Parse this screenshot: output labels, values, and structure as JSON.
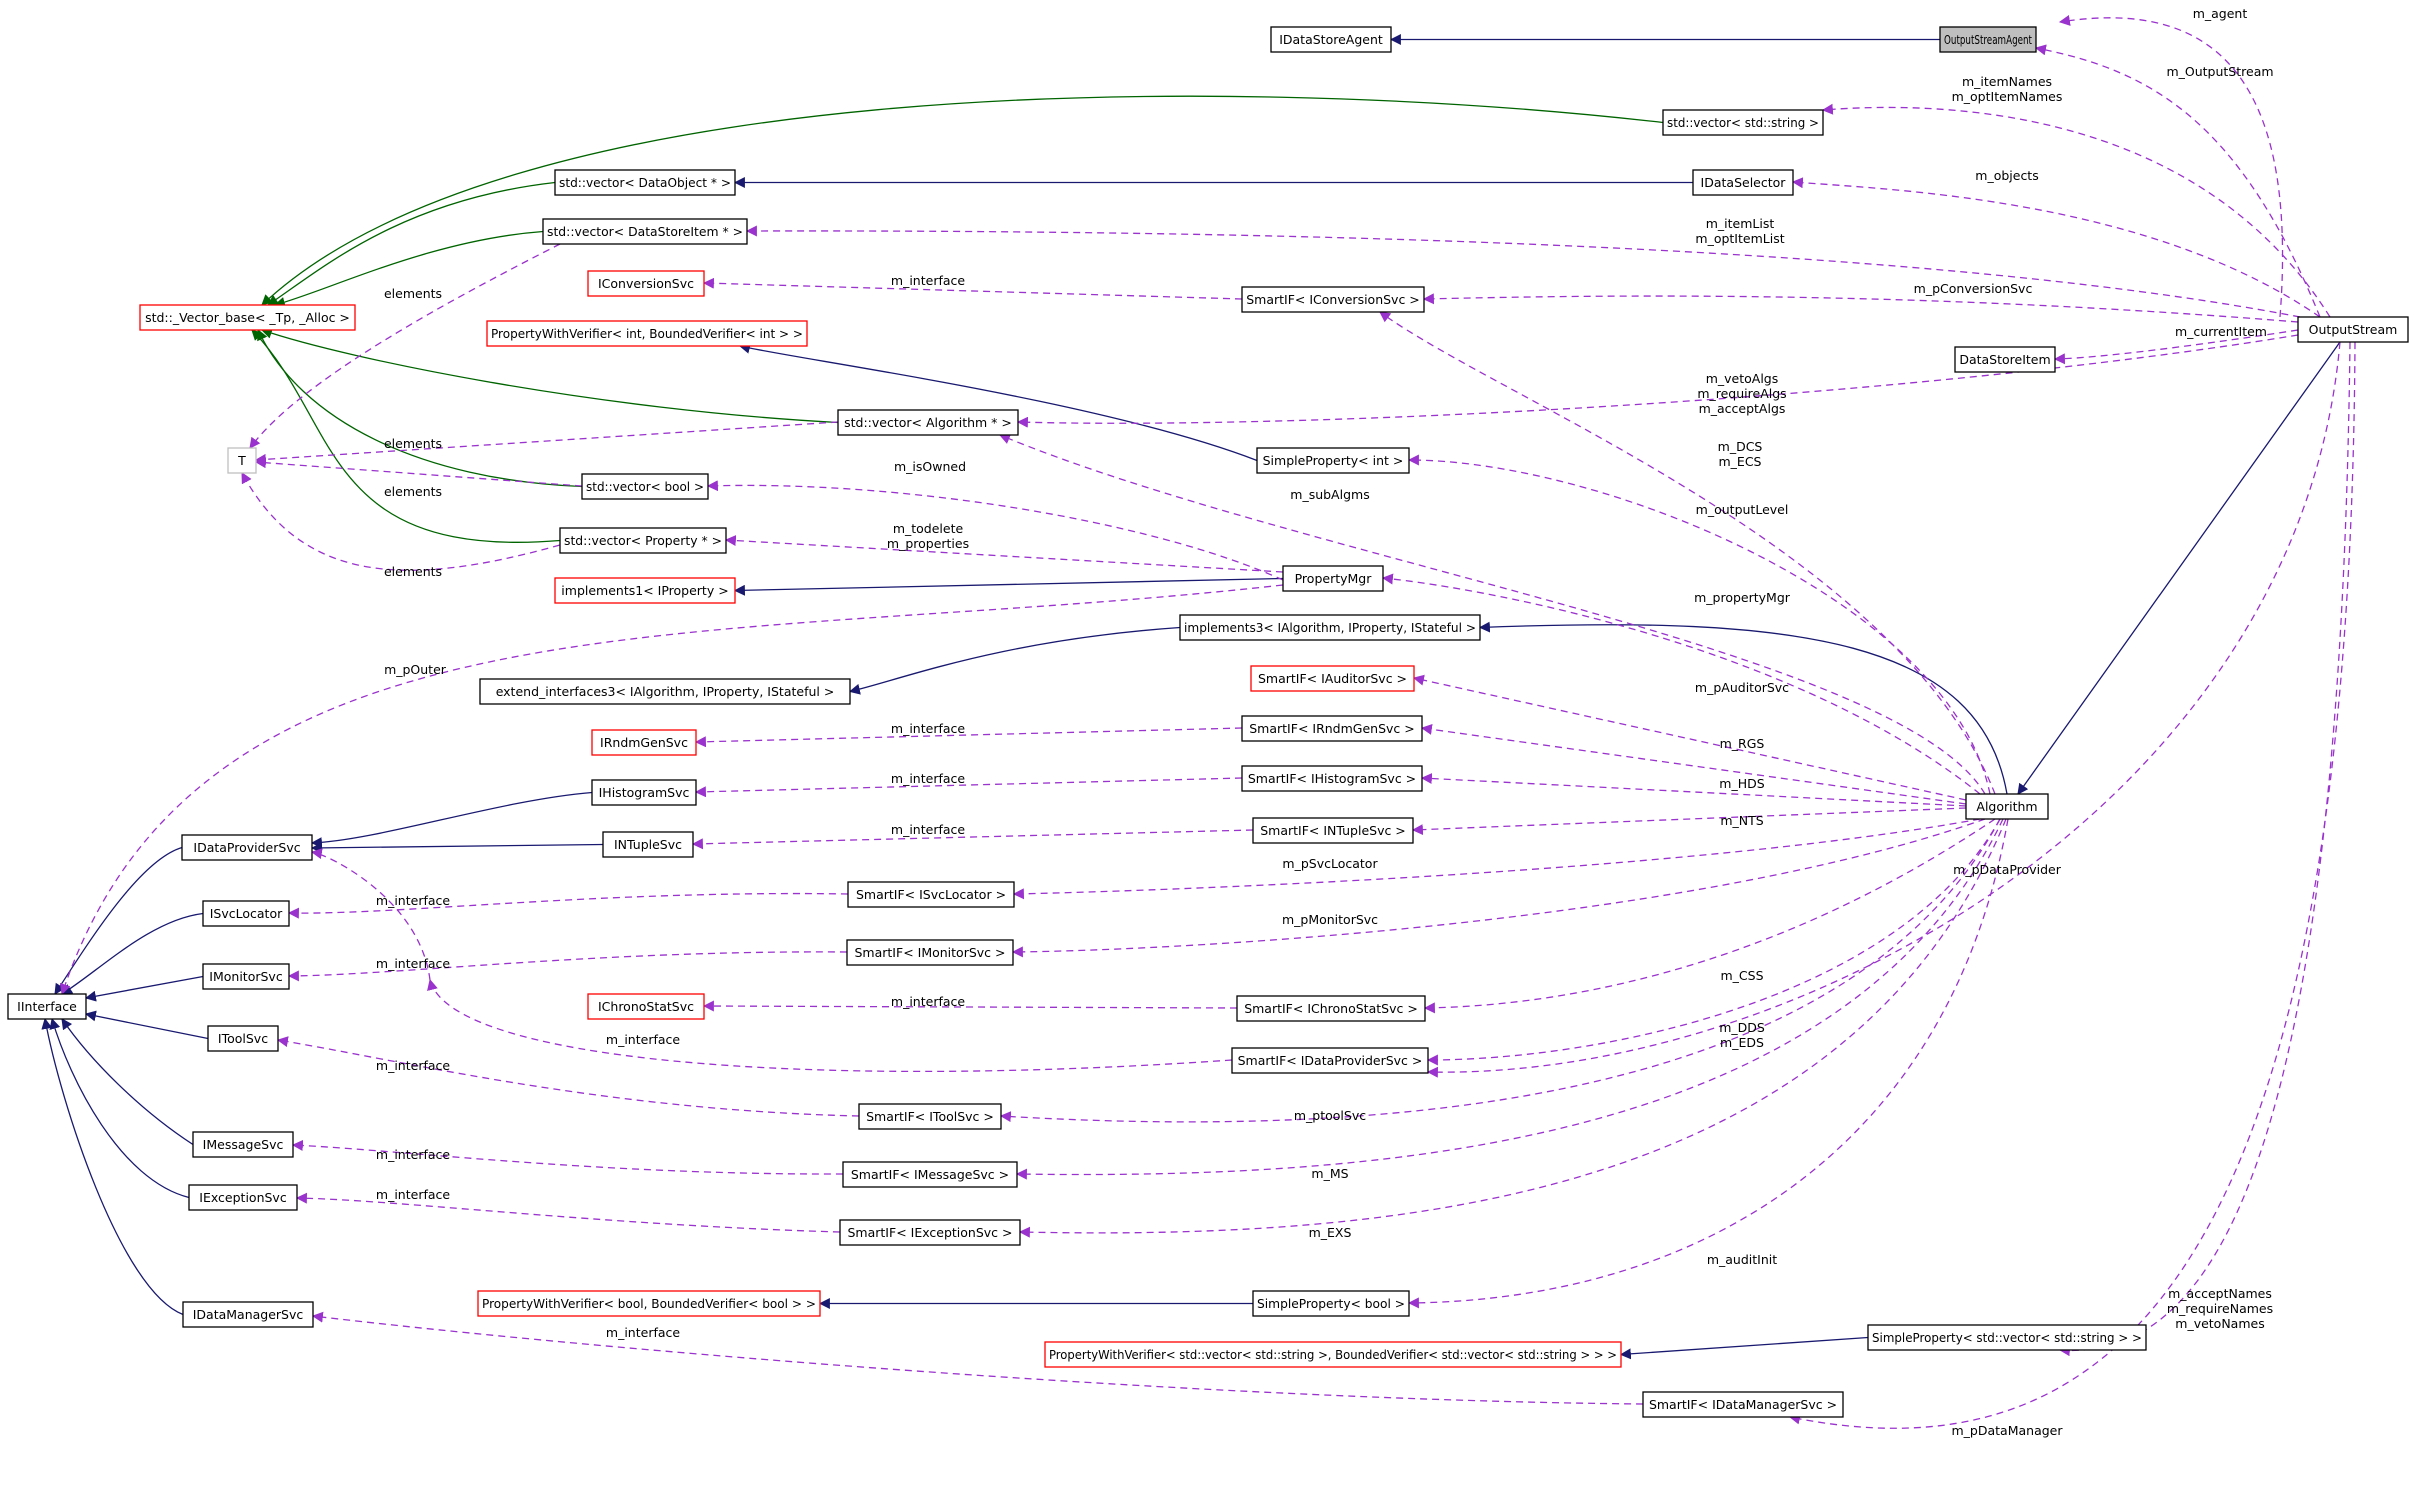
{
  "colors": {
    "node_black": "#000000",
    "node_red": "#ff0000",
    "node_gray": "#bfbfbf",
    "highlight_fill": "#bfbfbf",
    "inherit_blue": "#191970",
    "inherit_green": "#006400",
    "usage_purple": "#9a32cd"
  },
  "nodes": {
    "OutputStreamAgent": "OutputStreamAgent",
    "IDataStoreAgent": "IDataStoreAgent",
    "vecString": "std::vector< std::string >",
    "vecDataObject": "std::vector< DataObject * >",
    "IDataSelector": "IDataSelector",
    "vecDataStoreItem": "std::vector< DataStoreItem * >",
    "VectorBase": "std::_Vector_base< _Tp, _Alloc >",
    "IConversionSvc": "IConversionSvc",
    "SmartIFConv": "SmartIF< IConversionSvc >",
    "PWVint": "PropertyWithVerifier< int, BoundedVerifier< int > >",
    "DataStoreItem": "DataStoreItem",
    "OutputStream": "OutputStream",
    "T": "T",
    "vecAlgorithm": "std::vector< Algorithm * >",
    "vecBool": "std::vector< bool >",
    "SPint": "SimpleProperty< int >",
    "vecProperty": "std::vector< Property * >",
    "impl1": "implements1< IProperty >",
    "PropertyMgr": "PropertyMgr",
    "impl3": "implements3< IAlgorithm, IProperty, IStateful >",
    "ext3": "extend_interfaces3< IAlgorithm, IProperty, IStateful >",
    "SmartIFAud": "SmartIF< IAuditorSvc >",
    "IRndmGenSvc": "IRndmGenSvc",
    "SmartIFRndm": "SmartIF< IRndmGenSvc >",
    "IHistogramSvc": "IHistogramSvc",
    "SmartIFHist": "SmartIF< IHistogramSvc >",
    "Algorithm": "Algorithm",
    "IDataProviderSvc": "IDataProviderSvc",
    "INTupleSvc": "INTupleSvc",
    "SmartIFNT": "SmartIF< INTupleSvc >",
    "ISvcLocator": "ISvcLocator",
    "SmartIFSvcLoc": "SmartIF< ISvcLocator >",
    "IMonitorSvc": "IMonitorSvc",
    "SmartIFMon": "SmartIF< IMonitorSvc >",
    "IInterface": "IInterface",
    "IChronoStatSvc": "IChronoStatSvc",
    "SmartIFChrono": "SmartIF< IChronoStatSvc >",
    "IToolSvc": "IToolSvc",
    "SmartIFDP": "SmartIF< IDataProviderSvc >",
    "SmartIFTool": "SmartIF< IToolSvc >",
    "IMessageSvc": "IMessageSvc",
    "SmartIFMsg": "SmartIF< IMessageSvc >",
    "IExceptionSvc": "IExceptionSvc",
    "SmartIFExc": "SmartIF< IExceptionSvc >",
    "IDataManagerSvc": "IDataManagerSvc",
    "PWVbool": "PropertyWithVerifier< bool, BoundedVerifier< bool > >",
    "SPbool": "SimpleProperty< bool >",
    "PWVvec": "PropertyWithVerifier< std::vector< std::string >, BoundedVerifier< std::vector< std::string > > >",
    "SPvec": "SimpleProperty< std::vector< std::string > >",
    "SmartIFDM": "SmartIF< IDataManagerSvc >"
  },
  "labels": {
    "m_agent": "m_agent",
    "m_OutputStream": "m_OutputStream",
    "m_itemNames": "m_itemNames",
    "m_optItemNames": "m_optItemNames",
    "m_objects": "m_objects",
    "m_itemList": "m_itemList",
    "m_optItemList": "m_optItemList",
    "m_pConversionSvc": "m_pConversionSvc",
    "m_currentItem": "m_currentItem",
    "m_vetoAlgs": "m_vetoAlgs",
    "m_requireAlgs": "m_requireAlgs",
    "m_acceptAlgs": "m_acceptAlgs",
    "m_DCS": "m_DCS",
    "m_ECS": "m_ECS",
    "m_subAlgms": "m_subAlgms",
    "m_isOwned": "m_isOwned",
    "m_todelete": "m_todelete",
    "m_properties": "m_properties",
    "m_outputLevel": "m_outputLevel",
    "m_propertyMgr": "m_propertyMgr",
    "m_pOuter": "m_pOuter",
    "m_pAuditorSvc": "m_pAuditorSvc",
    "m_RGS": "m_RGS",
    "m_HDS": "m_HDS",
    "m_NTS": "m_NTS",
    "m_pSvcLocator": "m_pSvcLocator",
    "m_pDataProvider": "m_pDataProvider",
    "m_pMonitorSvc": "m_pMonitorSvc",
    "m_CSS": "m_CSS",
    "m_DDS": "m_DDS",
    "m_EDS": "m_EDS",
    "m_ptoolSvc": "m_ptoolSvc",
    "m_MS": "m_MS",
    "m_EXS": "m_EXS",
    "m_auditInit": "m_auditInit",
    "m_acceptNames": "m_acceptNames",
    "m_requireNames": "m_requireNames",
    "m_vetoNames": "m_vetoNames",
    "m_pDataManager": "m_pDataManager",
    "elements": "elements",
    "m_interface": "m_interface"
  }
}
